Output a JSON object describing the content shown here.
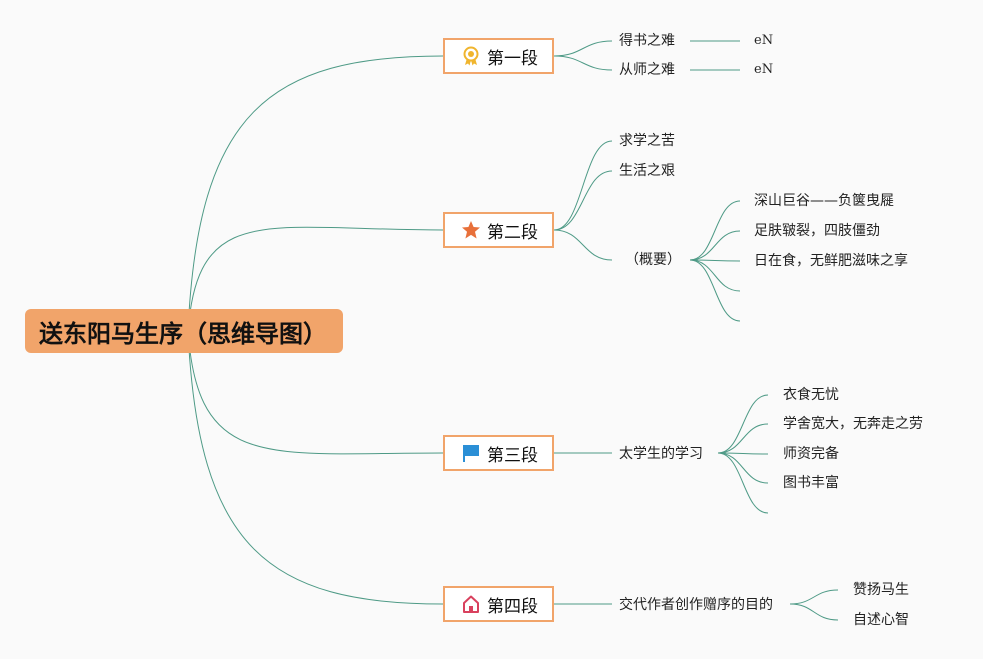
{
  "central": {
    "title": "送东阳马生序（思维导图）"
  },
  "sections": [
    {
      "icon": "award-ribbon-icon",
      "label": "第一段",
      "color": "#f0b52e",
      "children": [
        {
          "label": "得书之难",
          "note": "eN"
        },
        {
          "label": "从师之难",
          "note": "eN"
        }
      ]
    },
    {
      "icon": "star-icon",
      "label": "第二段",
      "color": "#e8703a",
      "children": [
        {
          "label": "求学之苦"
        },
        {
          "label": "生活之艰"
        },
        {
          "label": "（概要）",
          "children": [
            "深山巨谷——负箧曳屣",
            "足肤皲裂，四肢僵劲",
            "日在食，无鲜肥滋味之享",
            "",
            ""
          ]
        }
      ]
    },
    {
      "icon": "flag-icon",
      "label": "第三段",
      "color": "#2b8fd6",
      "children": [
        {
          "label": "太学生的学习",
          "children": [
            "衣食无忧",
            "学舍宽大，无奔走之劳",
            "师资完备",
            "图书丰富",
            ""
          ]
        }
      ]
    },
    {
      "icon": "home-icon",
      "label": "第四段",
      "color": "#d9415e",
      "children": [
        {
          "label": "交代作者创作赠序的目的",
          "children": [
            "赞扬马生",
            "自述心智"
          ]
        }
      ]
    }
  ],
  "line_color": "#4e9a86"
}
